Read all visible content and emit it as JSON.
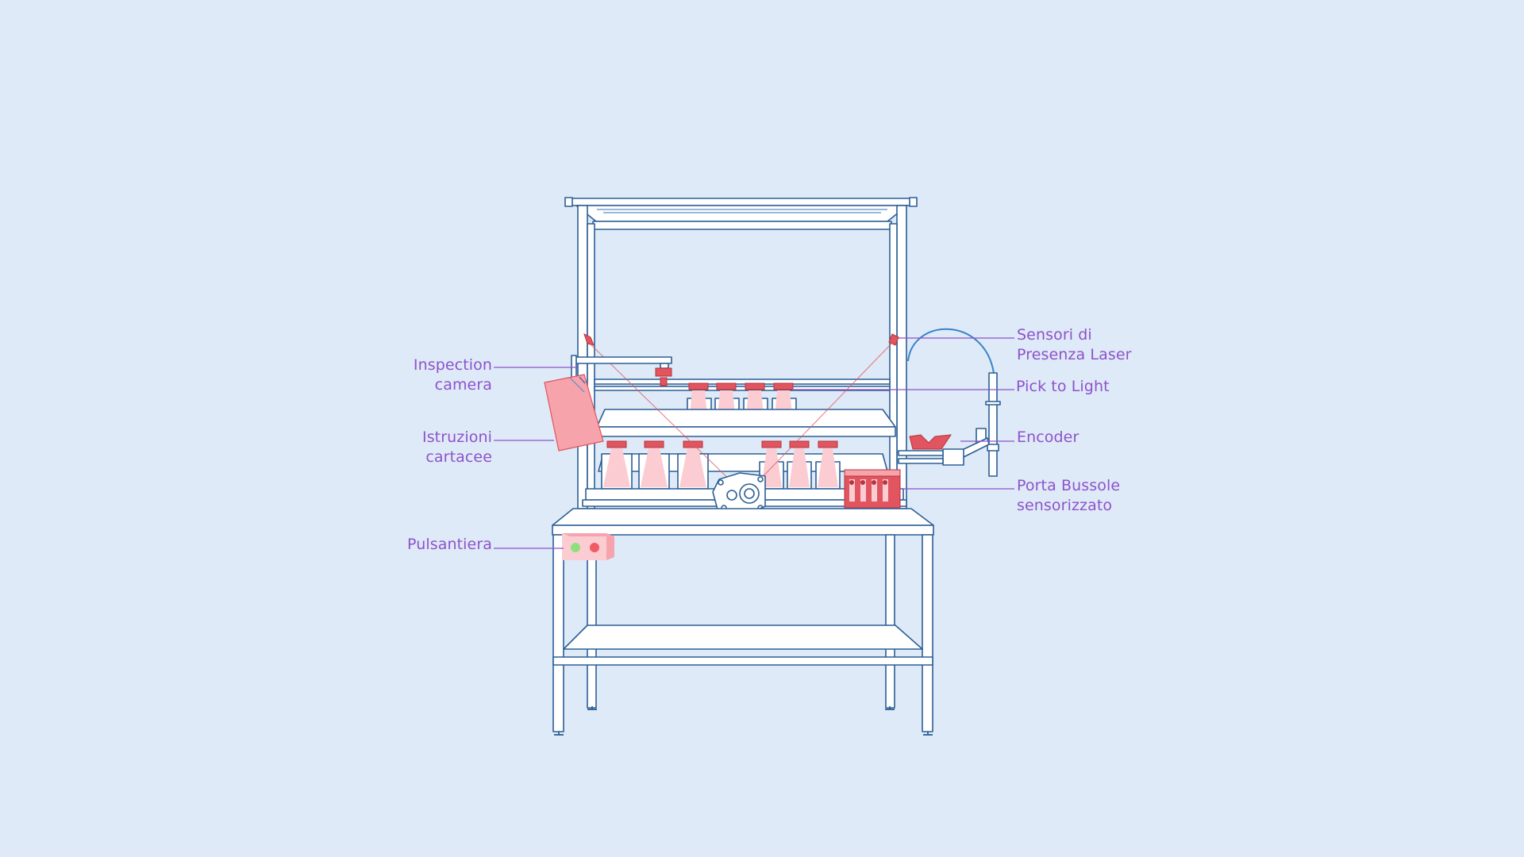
{
  "colors": {
    "background": "#DEEAF7",
    "outline": "#2B5F96",
    "outline_light": "#5C8FC4",
    "fill_white": "#FFFFFF",
    "accent_pink": "#F6A3AC",
    "accent_pink_light": "#FBCDD2",
    "accent_red": "#E0555F",
    "label_purple": "#8E52CC",
    "leader_line": "#8E52CC",
    "cable_blue": "#3A83C8",
    "button_green": "#8FE07C",
    "button_red": "#F05B64"
  },
  "labels": {
    "inspection_camera": [
      "Inspection",
      "camera"
    ],
    "istruzioni_cartacee": [
      "Istruzioni",
      "cartacee"
    ],
    "pulsantiera": [
      "Pulsantiera"
    ],
    "sensori_laser": [
      "Sensori di",
      "Presenza Laser"
    ],
    "pick_to_light": [
      "Pick to Light"
    ],
    "encoder": [
      "Encoder"
    ],
    "porta_bussole": [
      "Porta Bussole",
      "sensorizzato"
    ]
  },
  "icons": {
    "workbench": "workbench-illustration",
    "camera": "inspection-camera-icon",
    "binder": "paper-instructions-icon",
    "button_panel": "button-panel-icon",
    "laser_sensor": "laser-presence-sensor-icon",
    "pick_light": "pick-to-light-indicator-icon",
    "encoder": "encoder-arm-icon",
    "socket_holder": "sensorized-socket-holder-icon",
    "part": "gear-housing-part-icon"
  }
}
